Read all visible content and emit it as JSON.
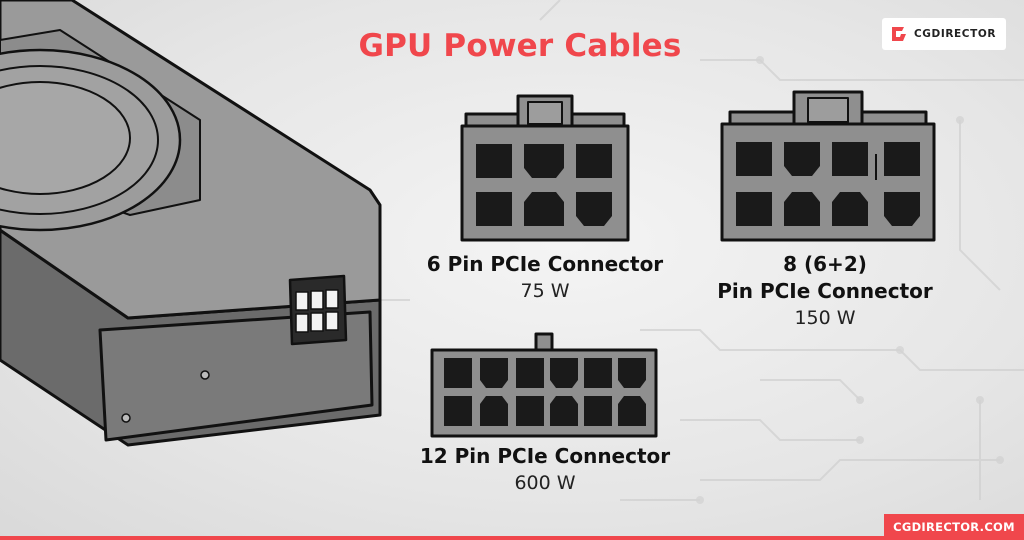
{
  "title": "GPU Power Cables",
  "brand": {
    "logo_text": "CGDIRECTOR",
    "footer_text": "CGDIRECTOR.COM",
    "accent_color": "#f0474c"
  },
  "connectors": [
    {
      "name": "6 Pin PCIe Connector",
      "wattage": "75 W",
      "pins": 6
    },
    {
      "name_line1": "8 (6+2)",
      "name_line2": "Pin PCIe Connector",
      "wattage": "150 W",
      "pins": 8
    },
    {
      "name": "12 Pin PCIe Connector",
      "wattage": "600 W",
      "pins": 12
    }
  ],
  "icons": [
    "graphics-card-icon",
    "connector-6pin-icon",
    "connector-8pin-icon",
    "connector-12pin-icon",
    "cgdirector-logo-icon"
  ]
}
